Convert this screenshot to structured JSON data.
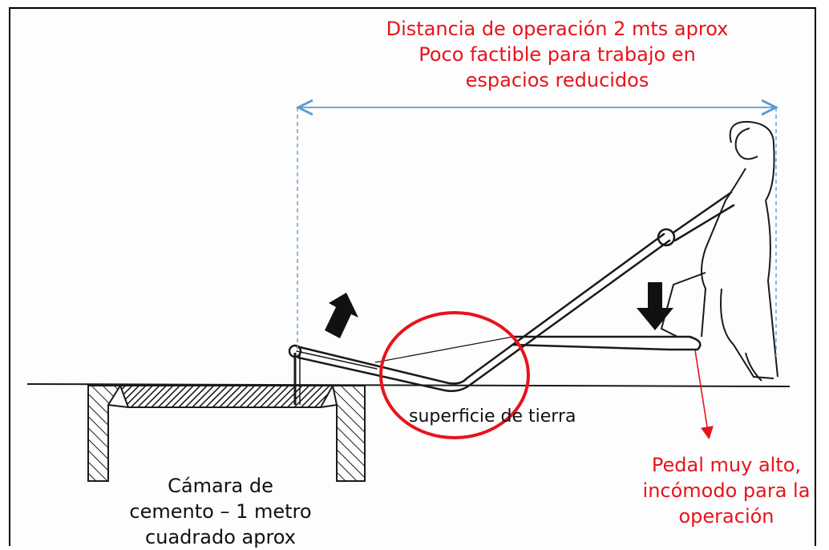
{
  "annotation_top": {
    "line1": "Distancia de operación 2 mts aprox",
    "line2": "Poco factible para trabajo en",
    "line3": "espacios reducidos"
  },
  "label_soil": "superficie de tierra",
  "annotation_pedal": {
    "line1": "Pedal muy alto,",
    "line2": "incómodo para la",
    "line3": "operación"
  },
  "label_chamber": {
    "line1": "Cámara de",
    "line2": "cemento – 1 metro",
    "line3": "cuadrado aprox"
  },
  "colors": {
    "annotation": "#e8131b",
    "dimension": "#5b9bd5",
    "sketch": "#1a1a1a"
  }
}
